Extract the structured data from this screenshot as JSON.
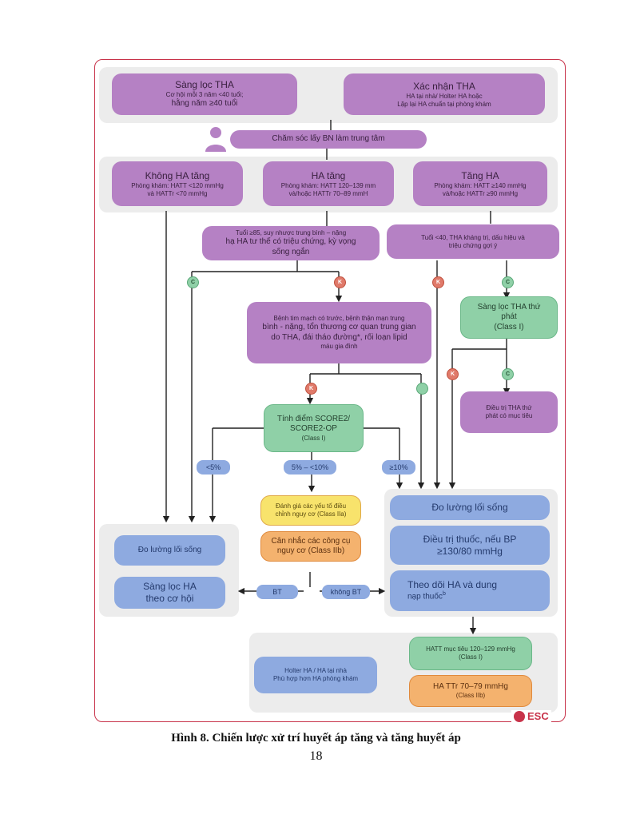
{
  "boxes": {
    "screening": {
      "title": "Sàng lọc THA",
      "line1": "Cơ hội mỗi 3 năm <40 tuổi;",
      "line2": "hằng năm ≥40 tuổi"
    },
    "confirm": {
      "title": "Xác nhận THA",
      "line1": "HA tại nhà/ Holter HA hoặc",
      "line2": "Lặp lại HA chuẩn tại phòng khám"
    },
    "patient_centered": "Chăm sóc lấy BN làm trung tâm",
    "not_elevated": {
      "title": "Không HA tăng",
      "line1": "Phòng khám: HATT <120 mmHg",
      "line2": "và HATTr <70 mmHg"
    },
    "elevated": {
      "title": "HA tăng",
      "line1": "Phòng khám: HATT 120–139 mm",
      "line2": "và/hoặc HATTr 70–89 mmH"
    },
    "hypertension": {
      "title": "Tăng HA",
      "line1": "Phòng khám: HATT ≥140 mmHg",
      "line2": "và/hoặc HATTr ≥90 mmHg"
    },
    "frail": {
      "line1": "Tuổi ≥85, suy nhược trung bình – nặng",
      "line2": "hạ HA tư thế có triệu chứng, kỳ vọng",
      "line3": "sống ngắn"
    },
    "young": {
      "line1": "Tuổi <40, THA kháng trị, dấu hiệu và",
      "line2": "triệu chứng gợi ý"
    },
    "cvd": {
      "line1": "Bệnh tim mạch có trước, bệnh thận mạn trung",
      "line2": "bình - nặng, tổn thương cơ quan trung gian",
      "line3": "do THA, đái tháo đường*, rối loạn lipid",
      "line4": "máu gia đình"
    },
    "secondary_screen": {
      "line1": "Sàng lọc THA thứ",
      "line2": "phát",
      "line3": "(Class I)"
    },
    "secondary_treat": {
      "line1": "Điều trị THA thứ",
      "line2": "phát có mục tiêu"
    },
    "score2": {
      "line1": "Tính điểm SCORE2/",
      "line2": "SCORE2-OP",
      "line3": "(Class I)"
    },
    "risk_factors": {
      "line1": "Đánh giá các yếu tố điều",
      "line2": "chỉnh nguy cơ (Class IIa)"
    },
    "risk_tools": {
      "line1": "Cân nhắc các công cụ",
      "line2": "nguy cơ (Class IIb)"
    },
    "lifestyle_left": "Đo lường lối sống",
    "screening_opportunistic": {
      "line1": "Sàng lọc HA",
      "line2": "theo cơ hội"
    },
    "lifestyle_right": "Đo lường lối sống",
    "drug_treatment": {
      "line1": "Điều trị thuốc, nếu BP",
      "line2": "≥130/80 mmHg"
    },
    "monitoring": {
      "line1": "Theo dõi HA và dung",
      "line2": "nạp thuốc",
      "sup": "b"
    },
    "home_bp": {
      "line1": "Holter HA / HA tại nhà",
      "line2": "Phù hợp hơn HA phòng khám"
    },
    "target_sbp": {
      "line1": "HATT mục tiêu 120–129 mmHg",
      "line2": "(Class I)"
    },
    "target_dbp": {
      "line1": "HA TTr 70–79 mmHg",
      "line2": "(Class IIb)"
    }
  },
  "pills": {
    "lt5": "<5%",
    "mid": "5% – <10%",
    "ge10": "≥10%",
    "bt": "BT",
    "not_bt": "không BT"
  },
  "circles": {
    "yes": "C",
    "no": "K"
  },
  "caption": "Hình 8. Chiến lược xử trí huyết áp tăng và tăng huyết áp",
  "page_number": "18",
  "logo": {
    "text": "ESC"
  },
  "colors": {
    "purple": "#b581c4",
    "green": "#8fd0a7",
    "blue": "#8eaae0",
    "yellow": "#f8e36c",
    "orange": "#f4b26e",
    "frame": "#c8334a"
  }
}
